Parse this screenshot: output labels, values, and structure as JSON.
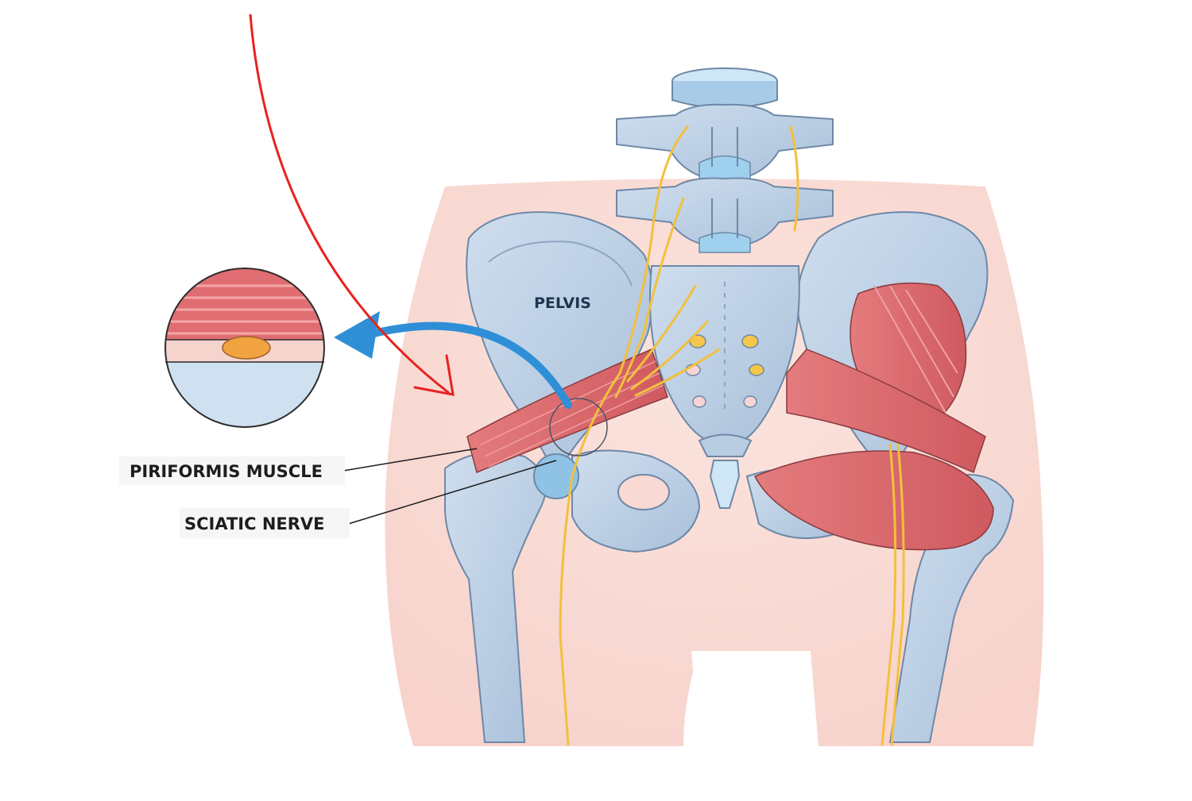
{
  "labels": {
    "pelvis": "PELVIS",
    "piriformis": "PIRIFORMIS MUSCLE",
    "sciatic": "SCIATIC NERVE"
  },
  "colors": {
    "bone": "#b9cde2",
    "bone_outline": "#6e88a6",
    "muscle": "#d9676b",
    "nerve": "#f2c03c",
    "skin": "#f8d9d3",
    "red_arrow": "#e8231f",
    "blue_arrow": "#2f8fd6",
    "nerve_node": "#f0a340"
  },
  "icons": [
    "red-curved-arrow",
    "blue-curved-arrow",
    "zoom-magnifier-circle"
  ]
}
